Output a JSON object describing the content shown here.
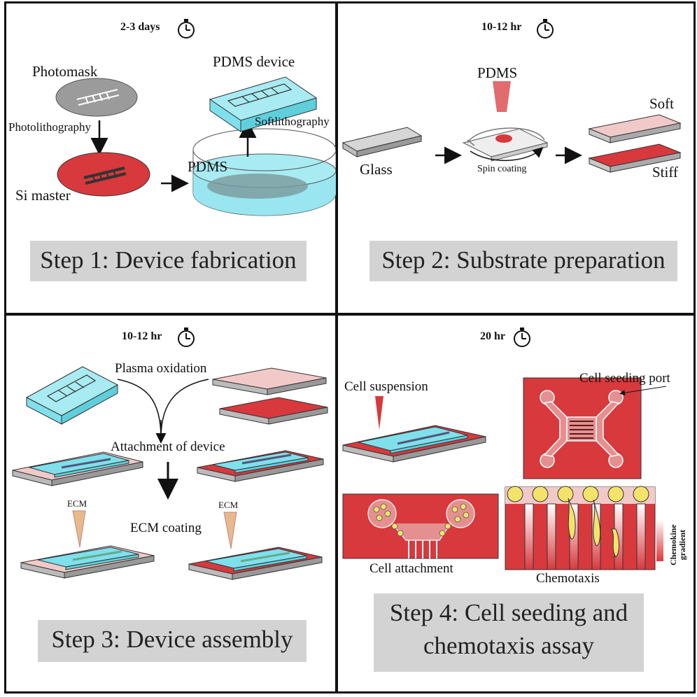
{
  "panel1": {
    "time": "2-3 days",
    "photomask": "Photomask",
    "photolithography": "Photolithography",
    "si_master": "Si master",
    "pdms_device": "PDMS device",
    "softlithography": "Softlithography",
    "pdms": "PDMS",
    "step": "Step 1: Device fabrication"
  },
  "panel2": {
    "time": "10-12 hr",
    "pdms": "PDMS",
    "glass": "Glass",
    "spin_coating": "Spin coating",
    "soft": "Soft",
    "stiff": "Stiff",
    "step": "Step 2: Substrate preparation"
  },
  "panel3": {
    "time": "10-12 hr",
    "plasma_oxidation": "Plasma oxidation",
    "attachment": "Attachment of device",
    "ecm_left": "ECM",
    "ecm_right": "ECM",
    "ecm_coating": "ECM coating",
    "step": "Step 3: Device assembly"
  },
  "panel4": {
    "time": "20 hr",
    "cell_suspension": "Cell suspension",
    "cell_seeding_port": "Cell seeding port",
    "cell_attachment": "Cell attachment",
    "chemotaxis": "Chemotaxis",
    "chemokine_gradient_1": "Chemokine",
    "chemokine_gradient_2": "gradient",
    "step_line1": "Step 4: Cell seeding and",
    "step_line2": "chemotaxis assay"
  },
  "colors": {
    "pdms_cyan": "#7fe0ec",
    "stiff_red": "#d8393d",
    "soft_pink": "#f2c9c9",
    "glass_gray": "#c8c8c8",
    "ecm_tan": "#e8b98a",
    "cell_yellow": "#f4e36a",
    "step_box": "#d3d3d3"
  }
}
